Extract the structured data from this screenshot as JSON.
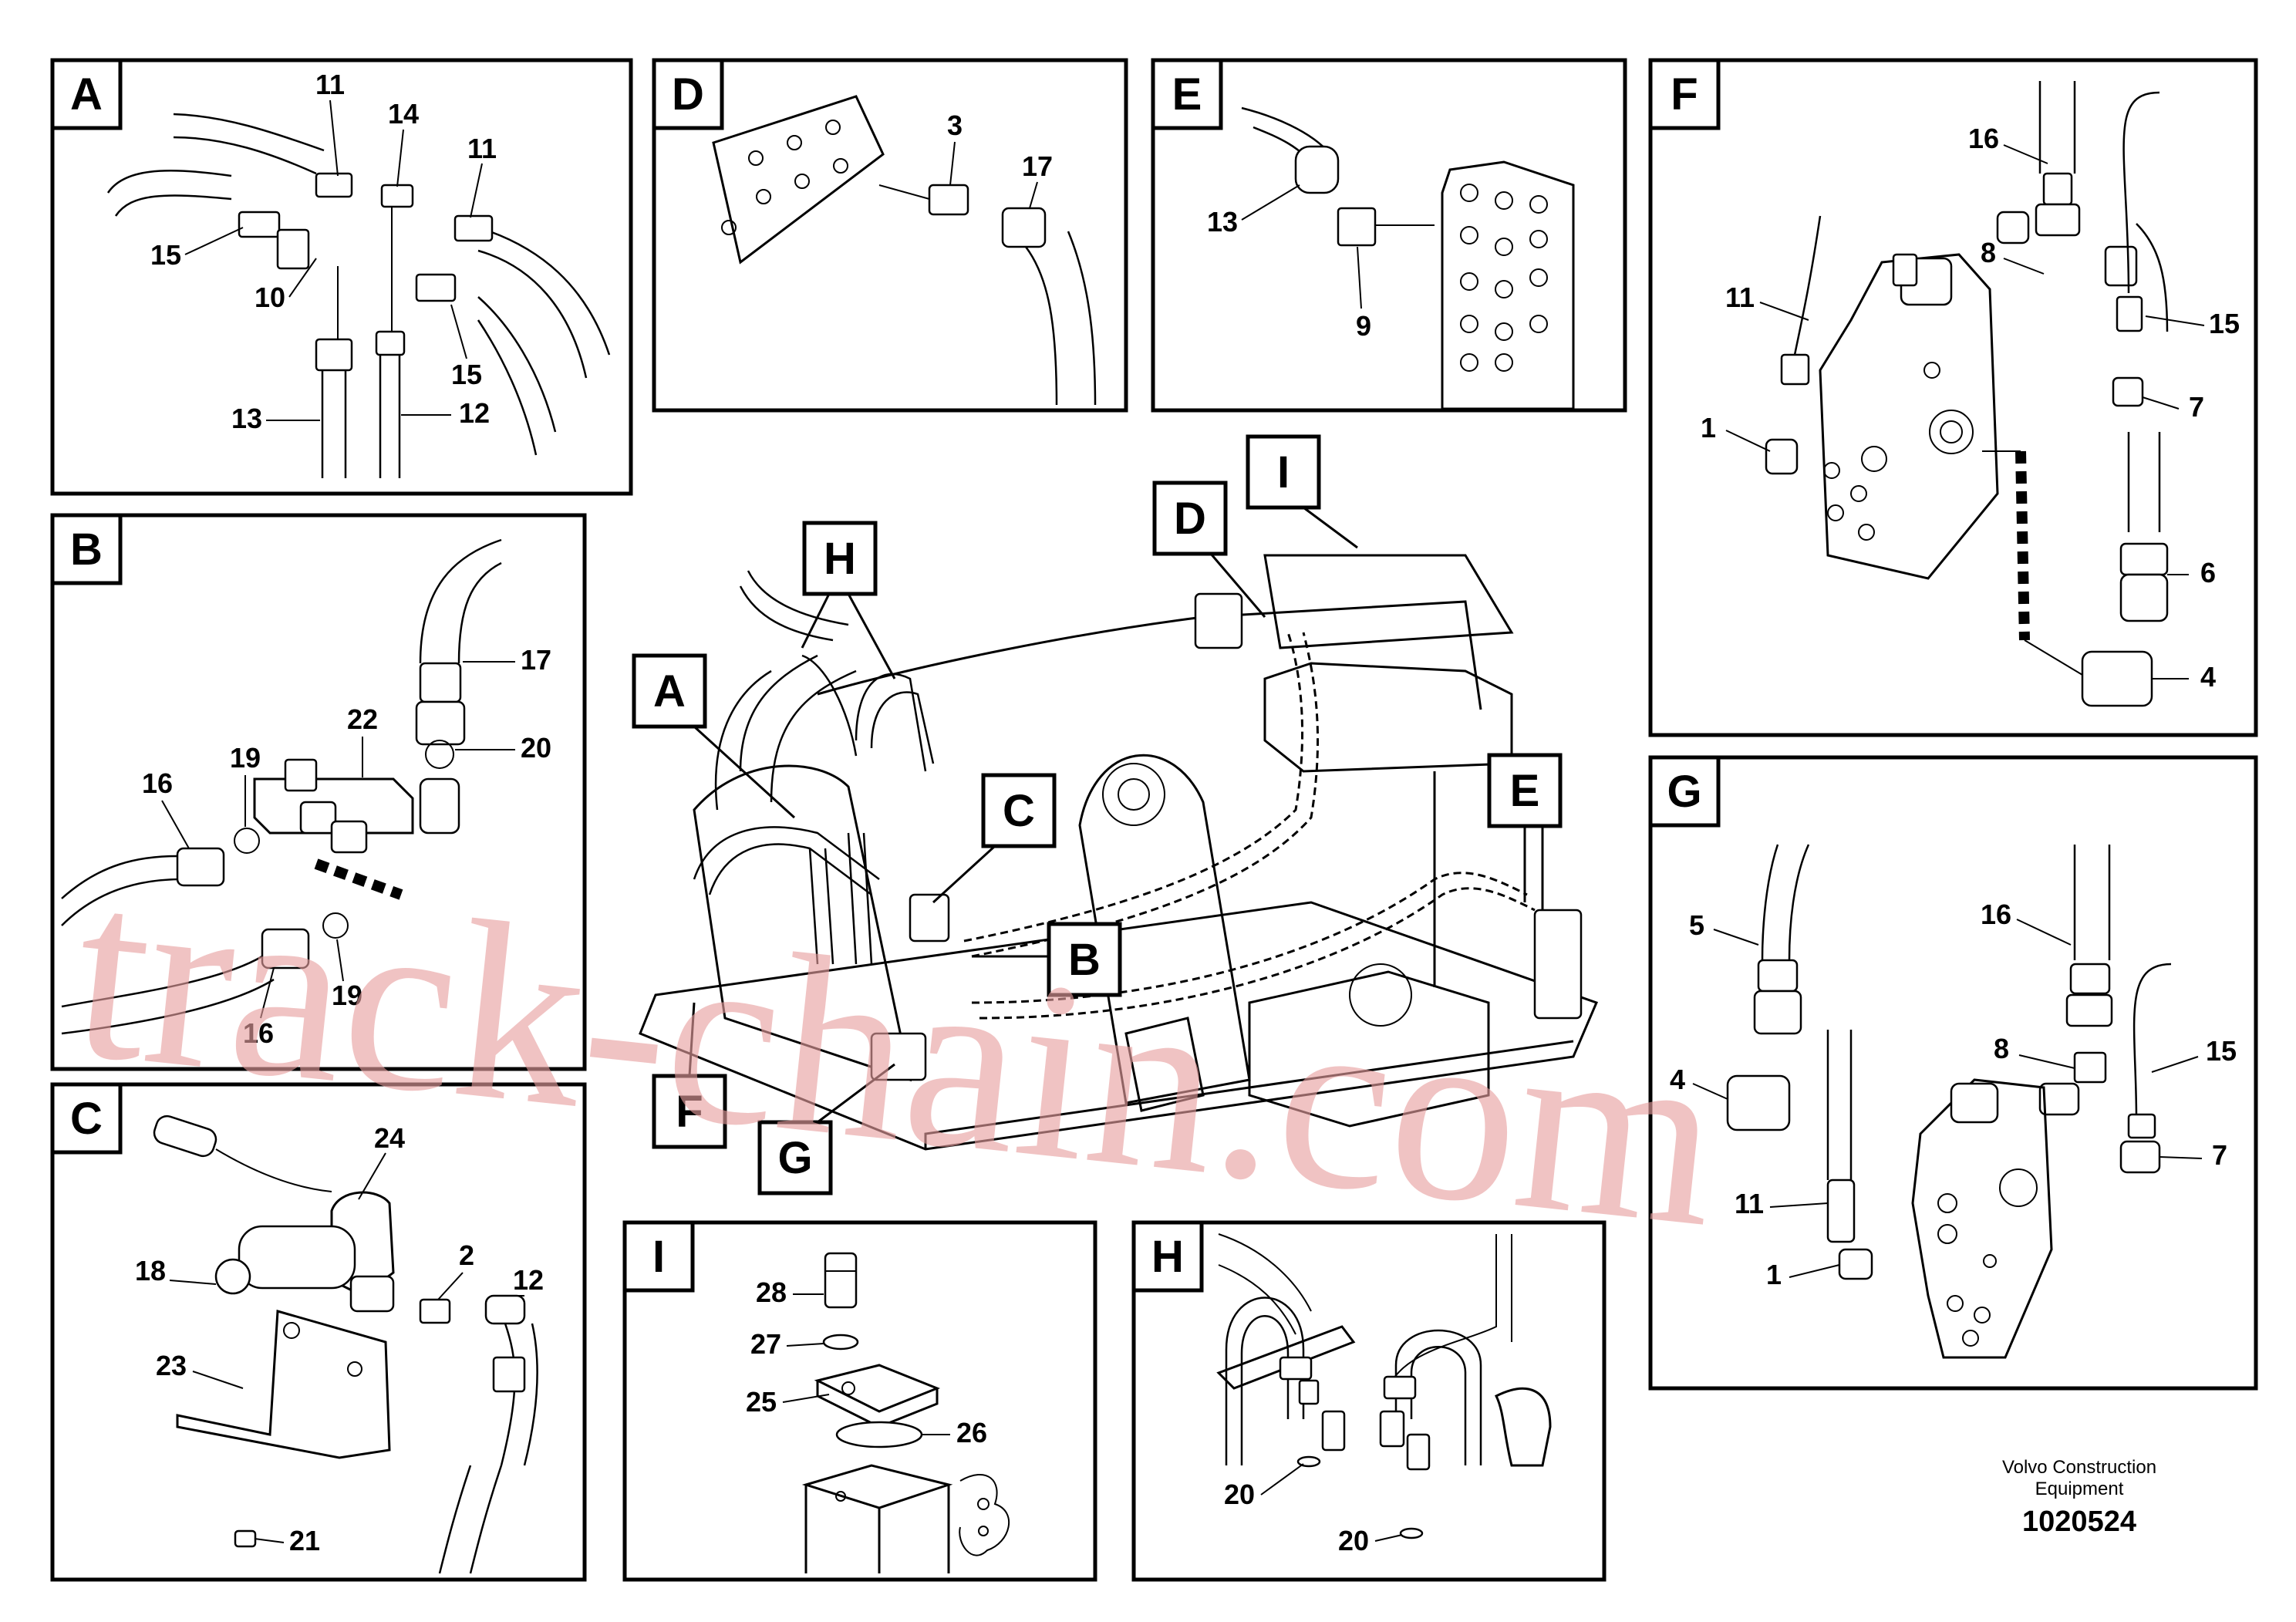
{
  "panels": {
    "A": {
      "label": "A",
      "callouts": [
        "11",
        "14",
        "11",
        "15",
        "10",
        "15",
        "13",
        "12"
      ]
    },
    "B": {
      "label": "B",
      "callouts": [
        "17",
        "20",
        "22",
        "19",
        "16",
        "19",
        "16"
      ]
    },
    "C": {
      "label": "C",
      "callouts": [
        "24",
        "18",
        "2",
        "12",
        "23",
        "21"
      ]
    },
    "D": {
      "label": "D",
      "callouts": [
        "3",
        "17"
      ]
    },
    "E": {
      "label": "E",
      "callouts": [
        "13",
        "9"
      ]
    },
    "F": {
      "label": "F",
      "callouts": [
        "16",
        "8",
        "11",
        "15",
        "7",
        "1",
        "6",
        "4"
      ]
    },
    "G": {
      "label": "G",
      "callouts": [
        "5",
        "16",
        "8",
        "15",
        "4",
        "7",
        "11",
        "1"
      ]
    },
    "H": {
      "label": "H",
      "callouts": [
        "20",
        "20"
      ]
    },
    "I": {
      "label": "I",
      "callouts": [
        "28",
        "27",
        "25",
        "26"
      ]
    }
  },
  "overview_tags": [
    "H",
    "A",
    "C",
    "B",
    "D",
    "I",
    "E",
    "F",
    "G"
  ],
  "footer": {
    "maker_line1": "Volvo Construction",
    "maker_line2": "Equipment",
    "drawing_number": "1020524"
  },
  "watermark": "track-chain.com",
  "colors": {
    "ink": "#000000",
    "watermark": "#e8a0a0",
    "background": "#ffffff"
  }
}
